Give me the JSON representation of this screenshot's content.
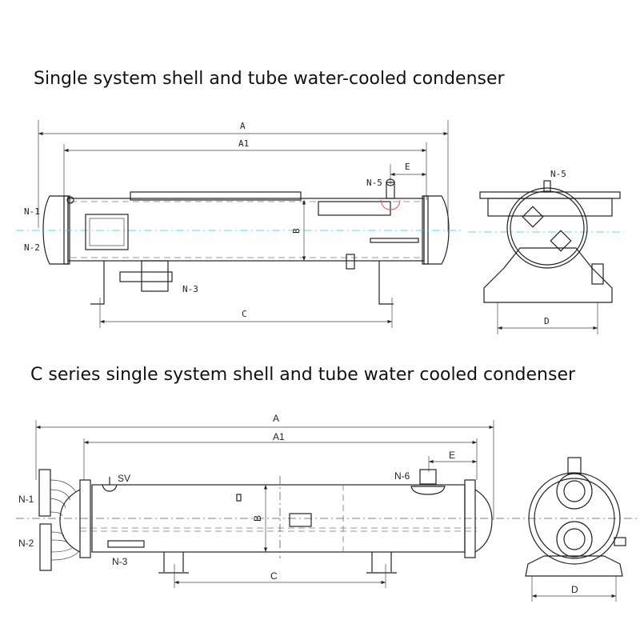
{
  "diagrams": [
    {
      "title": "Single system shell and tube water-cooled condenser",
      "labels": {
        "A": "A",
        "A1": "A1",
        "E": "E",
        "B": "B",
        "C": "C",
        "D": "D",
        "N1": "N-1",
        "N2": "N-2",
        "N3": "N-3",
        "N5": "N-5",
        "N5side": "N-5"
      }
    },
    {
      "title": "C series single system shell and tube water cooled condenser",
      "labels": {
        "A": "A",
        "A1": "A1",
        "E": "E",
        "B": "B",
        "C": "C",
        "D": "D",
        "N1": "N-1",
        "N2": "N-2",
        "N3": "N-3",
        "N6": "N-6",
        "SV": "SV"
      }
    }
  ],
  "colors": {
    "line": "#222222",
    "centerline": "#2ad0e0",
    "nozzle_highlight": "#e05050"
  }
}
